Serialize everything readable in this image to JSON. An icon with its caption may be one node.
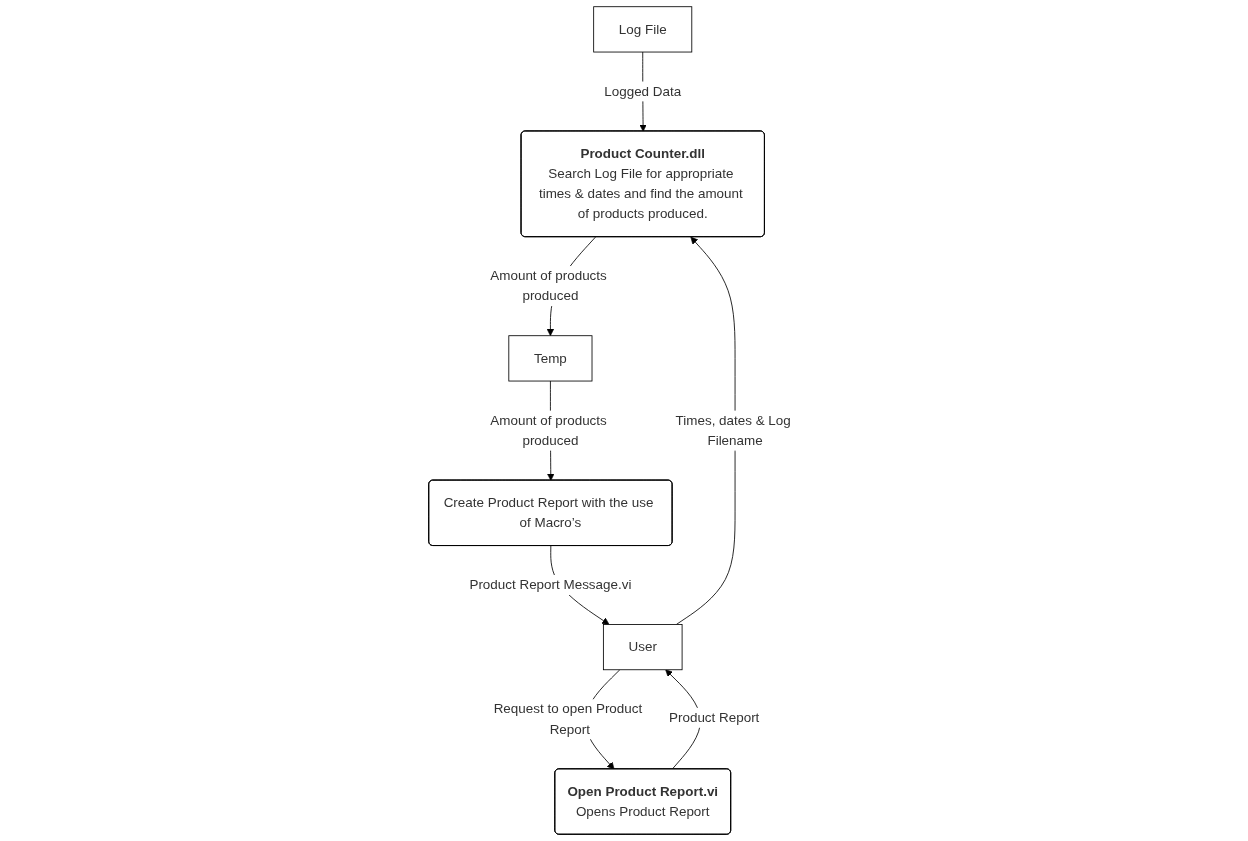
{
  "diagram": {
    "nodes": [
      {
        "text": [
          "Log File"
        ]
      },
      {
        "text": [
          "Product Counter.dll",
          "Search Log File for appropriate times & dates and find the amount of products produced."
        ]
      },
      {
        "text": [
          "Temp"
        ]
      },
      {
        "text": [
          "Create Product Report with the use of Macro’s"
        ]
      },
      {
        "text": [
          "User"
        ]
      },
      {
        "text": [
          "Open Product Report.vi",
          "Opens Product Report"
        ]
      }
    ],
    "edges": [
      {
        "from": 0,
        "to": 1,
        "arrow": "to",
        "label": "Logged Data"
      },
      {
        "from": 4,
        "to": 1,
        "arrow": "to",
        "label": "Times, dates & Log Filename"
      },
      {
        "from": 1,
        "to": 2,
        "arrow": "to",
        "label": "Amount of products produced"
      },
      {
        "from": 2,
        "to": 3,
        "arrow": "to",
        "label": "Amount of products produced"
      },
      {
        "from": 3,
        "to": 4,
        "arrow": "to",
        "label": "Product Report Message.vi"
      },
      {
        "from": 4,
        "to": 5,
        "arrow": "to",
        "label": "Request to open Product Report"
      },
      {
        "from": 5,
        "to": 4,
        "arrow": "to",
        "label": "Product Report"
      }
    ]
  }
}
